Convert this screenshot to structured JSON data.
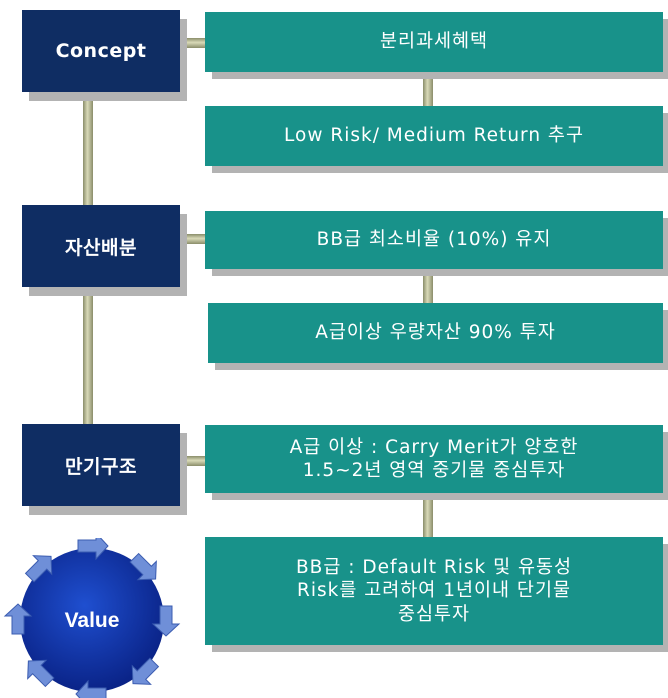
{
  "rows": [
    {
      "category": "Concept",
      "items": [
        {
          "lines": [
            "분리과세혜택"
          ]
        },
        {
          "lines": [
            "Low Risk/ Medium Return 추구"
          ]
        }
      ]
    },
    {
      "category": "자산배분",
      "items": [
        {
          "lines": [
            "BB급 최소비율 (10%) 유지"
          ]
        },
        {
          "lines": [
            "A급이상 우량자산 90% 투자"
          ]
        }
      ]
    },
    {
      "category": "만기구조",
      "items": [
        {
          "lines": [
            "A급 이상 : Carry Merit가 양호한",
            "1.5~2년 영역 중기물 중심투자"
          ]
        },
        {
          "lines": [
            "BB급 : Default Risk  및 유동성",
            "Risk를 고려하여 1년이내 단기물",
            "중심투자"
          ]
        }
      ]
    }
  ],
  "value_label": "Value",
  "colors": {
    "navy": "#0f2d63",
    "teal": "#18928a",
    "cycle": "#0d2d9b",
    "arrow": "#6f8fd8"
  }
}
